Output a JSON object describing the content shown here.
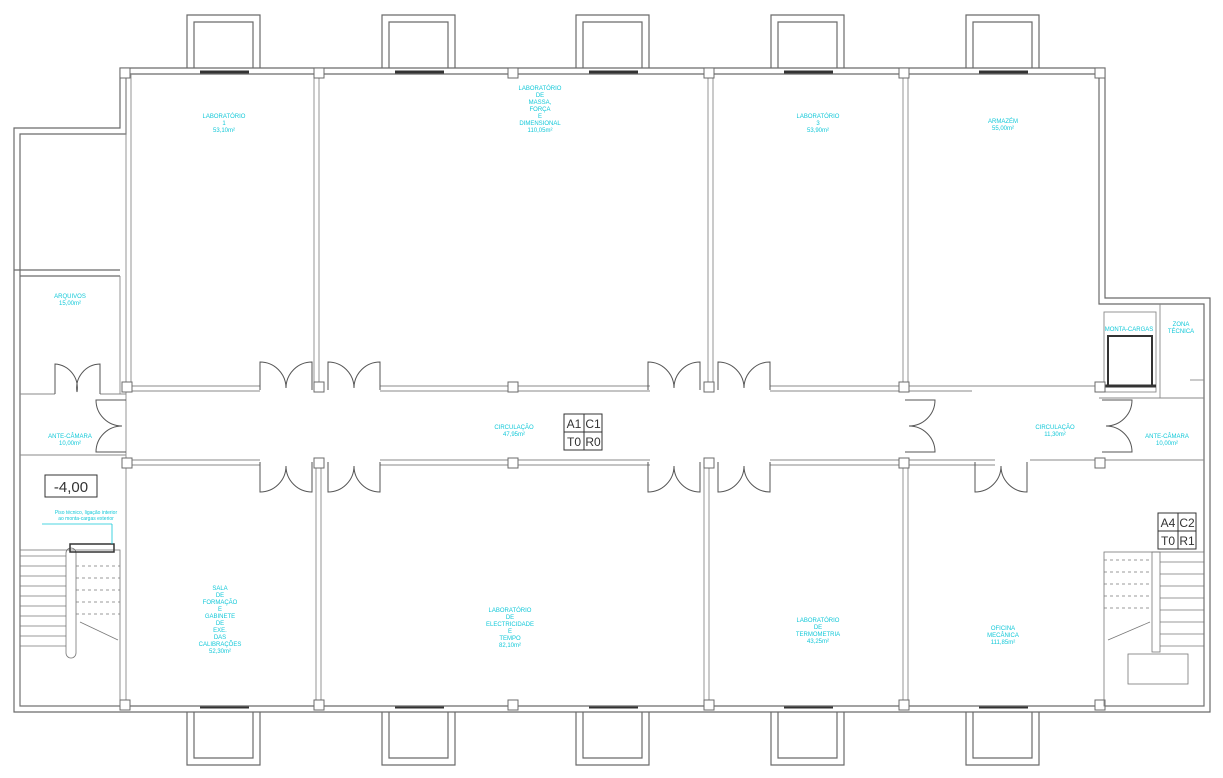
{
  "plan": {
    "rooms": [
      {
        "id": "lab1",
        "lines": [
          "LABORATÓRIO",
          "1",
          "53,10m²"
        ]
      },
      {
        "id": "lab-fisica",
        "lines": [
          "LABORATÓRIO",
          "DE",
          "MASSA,",
          "FORÇA",
          "E",
          "DIMENSIONAL",
          "110,05m²"
        ]
      },
      {
        "id": "lab3",
        "lines": [
          "LABORATÓRIO",
          "3",
          "53,90m²"
        ]
      },
      {
        "id": "armazem",
        "lines": [
          "ARMAZÉM",
          "55,00m²"
        ]
      },
      {
        "id": "arquivo",
        "lines": [
          "ARQUIVOS",
          "15,00m²"
        ]
      },
      {
        "id": "ante-camara-left",
        "lines": [
          "ANTE-CÂMARA",
          "10,00m²"
        ]
      },
      {
        "id": "circulacao-1",
        "lines": [
          "CIRCULAÇÃO",
          "47,95m²"
        ]
      },
      {
        "id": "circulacao-2",
        "lines": [
          "CIRCULAÇÃO",
          "11,30m²"
        ]
      },
      {
        "id": "monta-cargas",
        "lines": [
          "MONTA-CARGAS"
        ]
      },
      {
        "id": "zona-tecnica",
        "lines": [
          "ZONA",
          "TÉCNICA"
        ]
      },
      {
        "id": "ante-camara-right",
        "lines": [
          "ANTE-CÂMARA",
          "10,00m²"
        ]
      },
      {
        "id": "sala-formacao",
        "lines": [
          "SALA",
          "DE",
          "FORMAÇÃO",
          "E",
          "GABINETE",
          "DE",
          "EXE.",
          "DAS",
          "CALIBRAÇÕES",
          "52,30m²"
        ]
      },
      {
        "id": "lab-electricidade",
        "lines": [
          "LABORATÓRIO",
          "DE",
          "ELECTRICIDADE",
          "E",
          "TEMPO",
          "82,10m²"
        ]
      },
      {
        "id": "lab-termometria",
        "lines": [
          "LABORATÓRIO",
          "DE",
          "TERMOMETRIA",
          "43,25m²"
        ]
      },
      {
        "id": "oficina",
        "lines": [
          "OFICINA",
          "MECÂNICA",
          "111,85m²"
        ]
      }
    ],
    "level": "-4,00",
    "note_lines": [
      "Piso técnico, ligação interior",
      "ao monta-cargas exterior"
    ],
    "tags": [
      {
        "id": "tag1",
        "cells": [
          "A1",
          "C1",
          "T0",
          "R0"
        ]
      },
      {
        "id": "tag2",
        "cells": [
          "A4",
          "C2",
          "T0",
          "R1"
        ]
      }
    ]
  }
}
